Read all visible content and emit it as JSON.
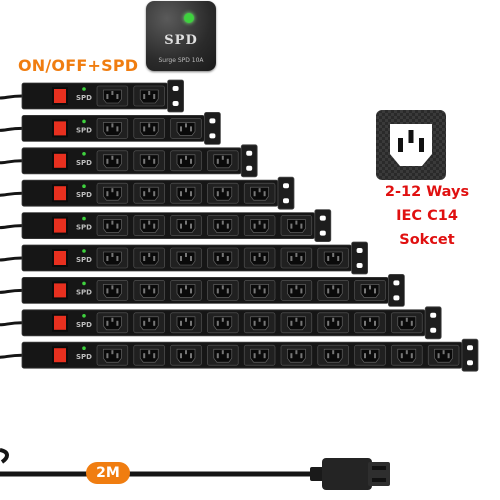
{
  "banner": {
    "spd_label": "ON/OFF+SPD",
    "ways_line1": "2-12 Ways",
    "ways_line2": "IEC C14 Sokcet",
    "cable_length": "2M"
  },
  "spd_module": {
    "label": "SPD",
    "sub_label": "Surge  SPD  10A"
  },
  "strip": {
    "logo_text": "SPD",
    "row_outlets": [
      2,
      3,
      4,
      5,
      6,
      7,
      8,
      9,
      10
    ]
  },
  "colors": {
    "accent_orange": "#f07d10",
    "accent_red": "#e01010",
    "switch_red": "#e8301f",
    "led_green": "#3ed23e",
    "body_black": "#161616"
  }
}
